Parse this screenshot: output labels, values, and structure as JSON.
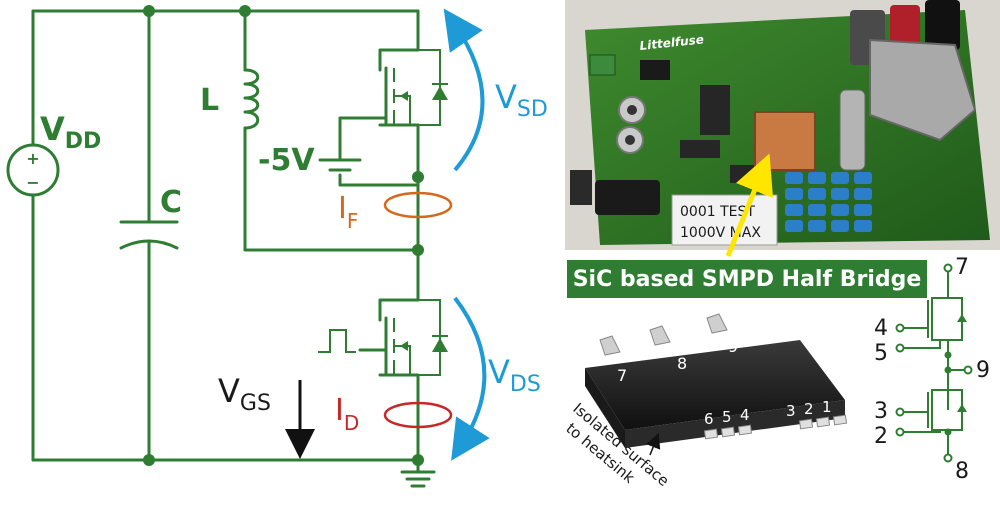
{
  "circuit": {
    "source_label": "V",
    "source_sub": "DD",
    "inductor_label": "L",
    "capacitor_label": "C",
    "gate_bias": "-5V",
    "vsd_label": "V",
    "vsd_sub": "SD",
    "vds_label": "V",
    "vds_sub": "DS",
    "vgs_label": "V",
    "vgs_sub": "GS",
    "if_label": "I",
    "if_sub": "F",
    "id_label": "I",
    "id_sub": "D",
    "plus": "+",
    "minus": "−"
  },
  "photo": {
    "caption": "SiC based SMPD Half Bridge",
    "board_brand": "Littelfuse",
    "board_text1": "0001 TEST",
    "board_text2": "1000V MAX"
  },
  "package": {
    "pins_top": [
      "7",
      "8",
      "9"
    ],
    "pins_bottom_left": [
      "6",
      "5",
      "4"
    ],
    "pins_bottom_right": [
      "3",
      "2",
      "1"
    ],
    "surface_note_line1": "Isolated surface",
    "surface_note_line2": "to heatsink"
  },
  "schematic_pins": [
    "7",
    "4",
    "5",
    "9",
    "3",
    "2",
    "8"
  ],
  "colors": {
    "circuit_green": "#2e7d32",
    "arrow_blue": "#1e9ad6",
    "if_orange": "#d2691e",
    "id_red": "#c62828",
    "caption_bg": "#2e7d32"
  }
}
